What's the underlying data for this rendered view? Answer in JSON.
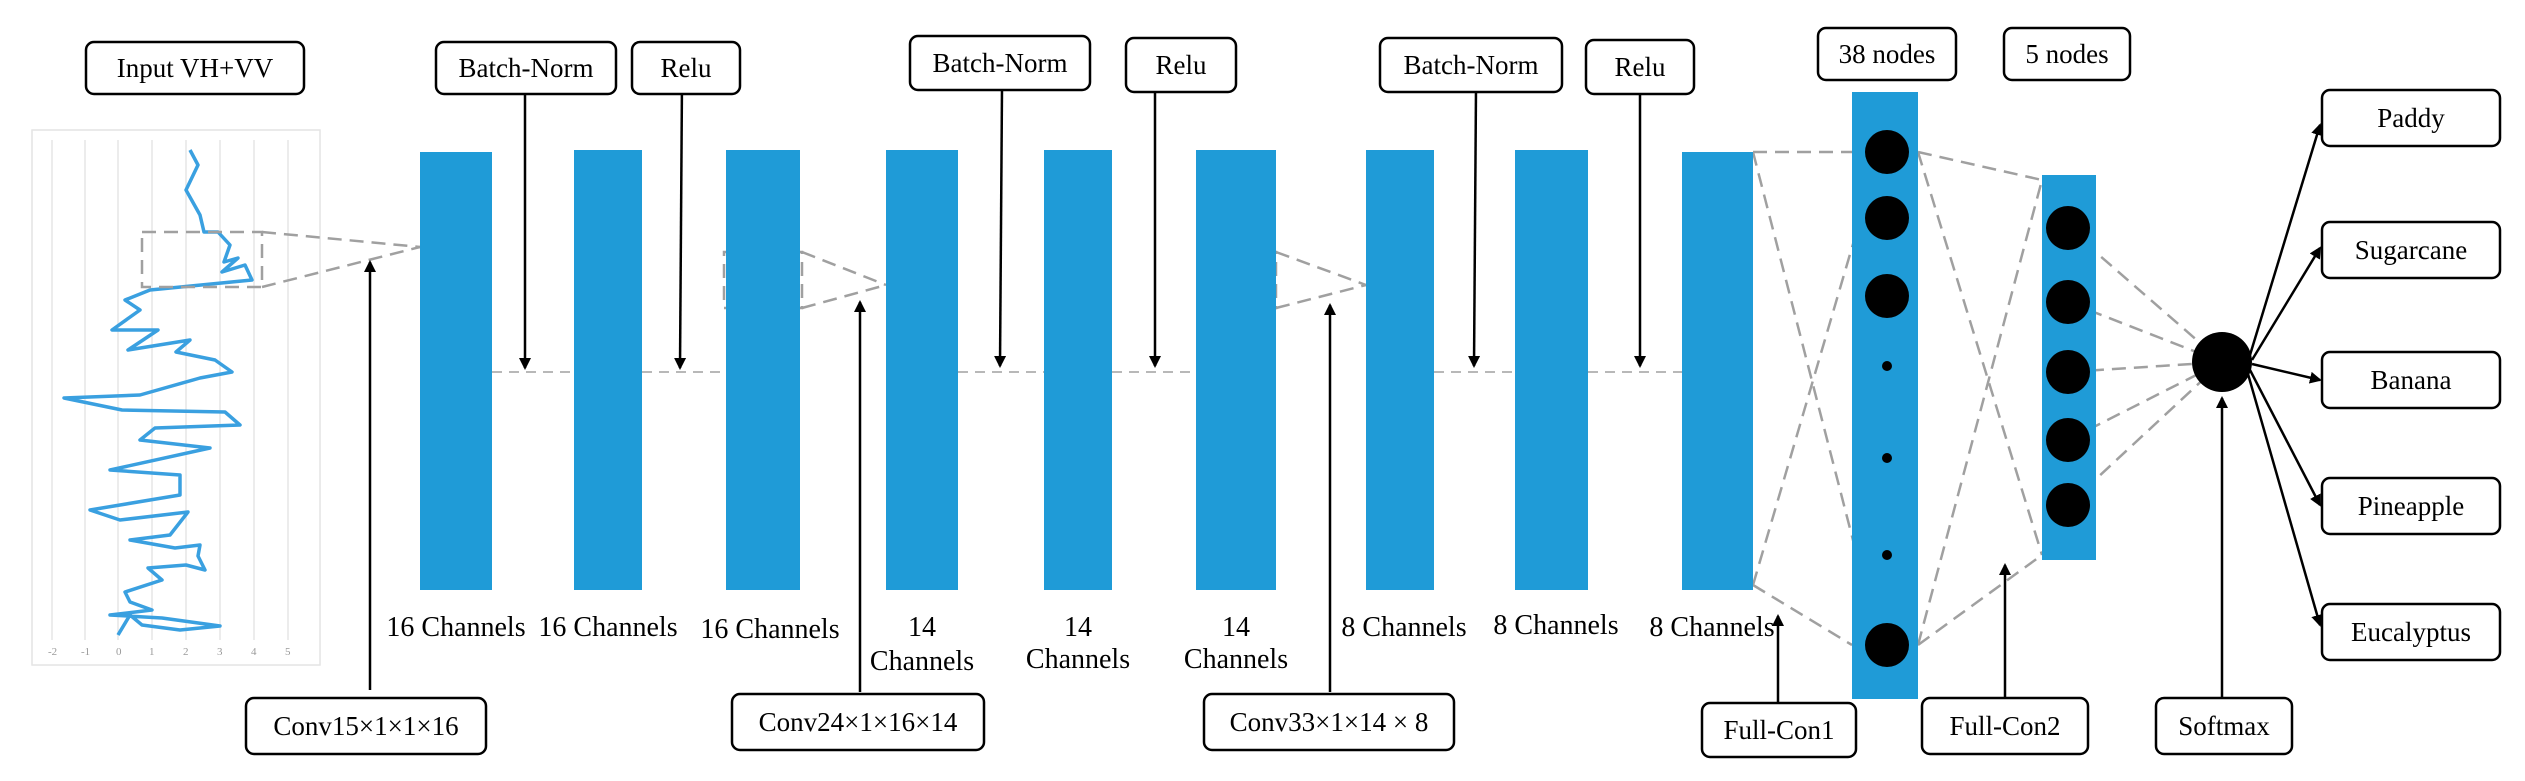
{
  "input": {
    "label": "Input VH+VV"
  },
  "conv_layers": [
    {
      "label": "Conv15×1×1×16"
    },
    {
      "label": "Conv24×1×16×14"
    },
    {
      "label": "Conv33×1×14 × 8"
    }
  ],
  "ops": [
    {
      "batch_norm": "Batch-Norm",
      "relu": "Relu"
    },
    {
      "batch_norm": "Batch-Norm",
      "relu": "Relu"
    },
    {
      "batch_norm": "Batch-Norm",
      "relu": "Relu"
    }
  ],
  "channels": [
    {
      "l1": "16 Channels",
      "l2": ""
    },
    {
      "l1": "16 Channels",
      "l2": ""
    },
    {
      "l1": "16 Channels",
      "l2": ""
    },
    {
      "l1": "14",
      "l2": "Channels"
    },
    {
      "l1": "14",
      "l2": "Channels"
    },
    {
      "l1": "14",
      "l2": "Channels"
    },
    {
      "l1": "8 Channels",
      "l2": ""
    },
    {
      "l1": "8 Channels",
      "l2": ""
    },
    {
      "l1": "8 Channels",
      "l2": ""
    }
  ],
  "dense": {
    "fc1_nodes": "38 nodes",
    "fc2_nodes": "5 nodes",
    "fc1_label": "Full-Con1",
    "fc2_label": "Full-Con2",
    "softmax": "Softmax"
  },
  "classes": [
    "Paddy",
    "Sugarcane",
    "Banana",
    "Pineapple",
    "Eucalyptus"
  ],
  "colors": {
    "block": "#1f9bd7",
    "signal": "#3aa0e0",
    "dash": "#a0a0a0"
  }
}
